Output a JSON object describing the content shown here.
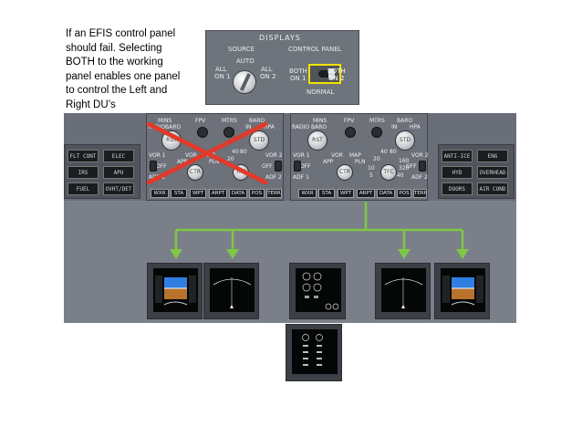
{
  "caption": {
    "line1": "If an EFIS control panel",
    "line2": "should fail. Selecting",
    "line3": "BOTH to the working",
    "line4": "panel enables one panel",
    "line5": "to control the Left and",
    "line6": "Right DU’s"
  },
  "displays_panel": {
    "title": "DISPLAYS",
    "source_label": "SOURCE",
    "control_panel_label": "CONTROL PANEL",
    "auto": "AUTO",
    "all_on_1_a": "ALL",
    "all_on_1_b": "ON 1",
    "all_on_2_a": "ALL",
    "all_on_2_b": "ON 2",
    "both_on_1_a": "BOTH",
    "both_on_1_b": "ON 1",
    "both_on_2_a": "BOTH",
    "both_on_2_b": "ON 2",
    "normal": "NORMAL",
    "highlight_color": "#f2e200"
  },
  "left_side_panel": {
    "buttons": [
      "FLT CONT",
      "ELEC",
      "IRS",
      "APU",
      "FUEL",
      "OVHT/DET"
    ]
  },
  "right_side_panel": {
    "buttons": [
      "ANTI-ICE",
      "ENG",
      "HYD",
      "OVERHEAD",
      "DOORS",
      "AIR COND"
    ]
  },
  "efis": {
    "mins": "MINS",
    "fpv": "FPV",
    "mtrs": "MTRS",
    "baro": "BARO",
    "radio": "RADIO",
    "in": "IN",
    "hpa": "HPA",
    "rst": "RST",
    "std": "STD",
    "vor1": "VOR 1",
    "off": "OFF",
    "adf1": "ADF 1",
    "vor2": "VOR 2",
    "adf2": "ADF 2",
    "vor": "VOR",
    "app": "APP",
    "map": "MAP",
    "pln": "PLN",
    "ctr": "CTR",
    "tfc": "TFC",
    "r10": "10",
    "r20": "20",
    "r40": "40",
    "r80": "80",
    "r160": "160",
    "r320": "320",
    "r640": "640",
    "r5": "5",
    "buttons": [
      "WXR",
      "STA",
      "WPT",
      "ARPT",
      "DATA",
      "POS",
      "TERR"
    ]
  },
  "connector_color": "#7ec843",
  "failed_marker_color": "#e03a2a"
}
